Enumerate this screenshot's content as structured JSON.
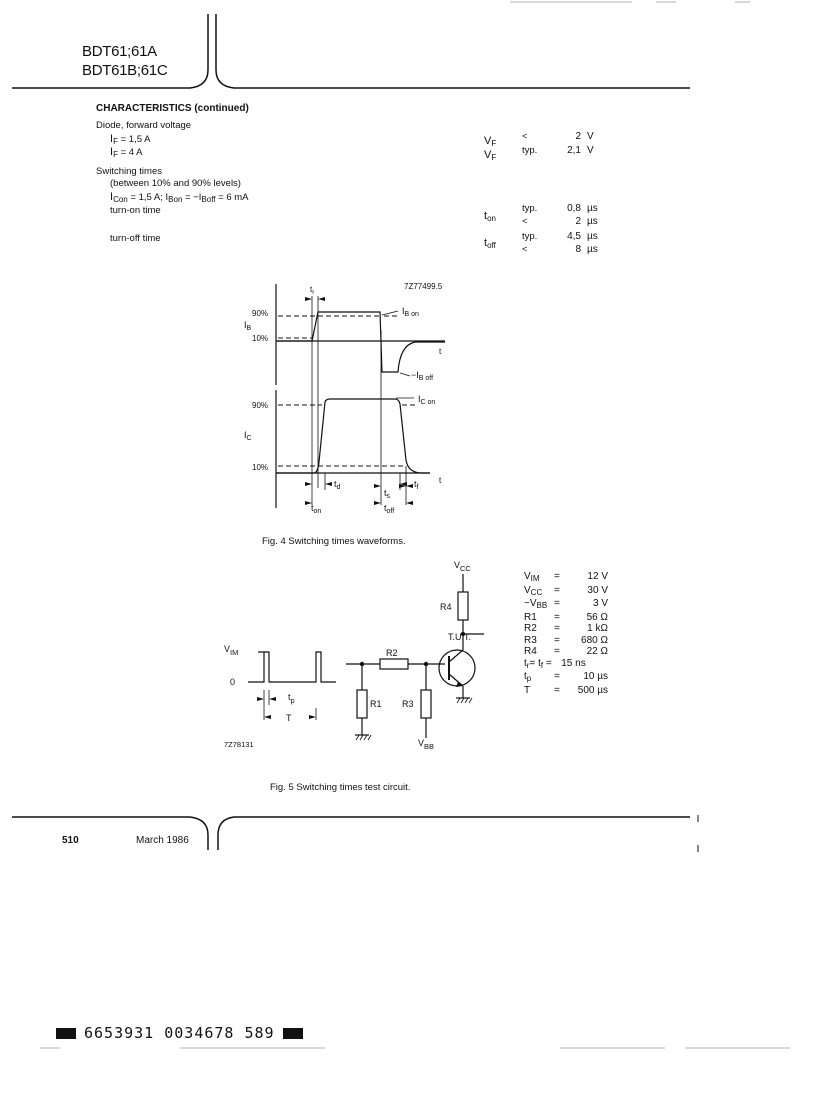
{
  "header": {
    "title_line1": "BDT61;61A",
    "title_line2": "BDT61B;61C"
  },
  "section": {
    "title": "CHARACTERISTICS (continued)",
    "diode_label": "Diode, forward voltage",
    "diode_rows": [
      {
        "cond": "I",
        "cond_sub": "F",
        "cond_rest": " = 1,5 A",
        "sym": "V",
        "sym_sub": "F",
        "qual": "<",
        "value": "2",
        "unit": "V"
      },
      {
        "cond": "I",
        "cond_sub": "F",
        "cond_rest": " =   4 A",
        "sym": "V",
        "sym_sub": "F",
        "qual": "typ.",
        "value": "2,1",
        "unit": "V"
      }
    ],
    "switching_label": "Switching times",
    "switching_levels": "(between 10% and 90% levels)",
    "switching_cond": {
      "p1": "I",
      "s1": "Con",
      "p2": " = 1,5 A; I",
      "s2": "Bon",
      "p3": " = −I",
      "s3": "Boff",
      "p4": " = 6 mA"
    },
    "turn_on_label": "turn-on time",
    "turn_off_label": "turn-off time",
    "ton": {
      "sym": "t",
      "sub": "on",
      "rows": [
        {
          "qual": "typ.",
          "value": "0,8",
          "unit": "µs"
        },
        {
          "qual": "<",
          "value": "2",
          "unit": "µs"
        }
      ]
    },
    "toff": {
      "sym": "t",
      "sub": "off",
      "rows": [
        {
          "qual": "typ.",
          "value": "4,5",
          "unit": "µs"
        },
        {
          "qual": "<",
          "value": "8",
          "unit": "µs"
        }
      ]
    }
  },
  "fig4": {
    "code": "7Z77499.5",
    "caption": "Fig. 4  Switching times waveforms.",
    "labels": {
      "tr": "t",
      "tr_sub": "r",
      "p90a": "90%",
      "p10a": "10%",
      "IB": "I",
      "IB_sub": "B",
      "IBon": "I",
      "IBon_sub": "B on",
      "t1": "t",
      "IBoff": "−I",
      "IBoff_sub": "B off",
      "p90b": "90%",
      "p10b": "10%",
      "IC": "I",
      "IC_sub": "C",
      "ICon": "I",
      "ICon_sub": "C on",
      "t2": "t",
      "td": "t",
      "td_sub": "d",
      "ts": "t",
      "ts_sub": "s",
      "tf": "t",
      "tf_sub": "f",
      "ton": "t",
      "ton_sub": "on",
      "toff": "t",
      "toff_sub": "off"
    }
  },
  "fig5": {
    "code": "7Z78131",
    "caption": "Fig. 5  Switching times test circuit.",
    "labels": {
      "VCC": "V",
      "VCC_sub": "CC",
      "R4": "R4",
      "TUT": "T.U.T.",
      "VIM": "V",
      "VIM_sub": "IM",
      "zero": "0",
      "R2": "R2",
      "R1": "R1",
      "R3": "R3",
      "VBB": "V",
      "VBB_sub": "BB",
      "tp": "t",
      "tp_sub": "p",
      "T": "T"
    },
    "params": [
      {
        "name": "V",
        "sub": "IM",
        "eq": "=",
        "value": "12 V"
      },
      {
        "name": "V",
        "sub": "CC",
        "eq": "=",
        "value": "30 V"
      },
      {
        "name": "−V",
        "sub": "BB",
        "eq": "=",
        "value": "3 V"
      },
      {
        "name": "R1",
        "sub": "",
        "eq": "=",
        "value": "56 Ω"
      },
      {
        "name": "R2",
        "sub": "",
        "eq": "=",
        "value": "1 kΩ"
      },
      {
        "name": "R3",
        "sub": "",
        "eq": "=",
        "value": "680 Ω"
      },
      {
        "name": "R4",
        "sub": "",
        "eq": "=",
        "value": "22 Ω"
      },
      {
        "name": "t",
        "sub": "r",
        "eq": "= t",
        "eq_sub": "f",
        "eq2": " =",
        "value": "15 ns"
      },
      {
        "name": "t",
        "sub": "p",
        "eq": "=",
        "value": "10 µs"
      },
      {
        "name": "T",
        "sub": "",
        "eq": "=",
        "value": "500 µs"
      }
    ]
  },
  "footer": {
    "page": "510",
    "date": "March 1986",
    "barcode": "6653931 0034678 589"
  }
}
